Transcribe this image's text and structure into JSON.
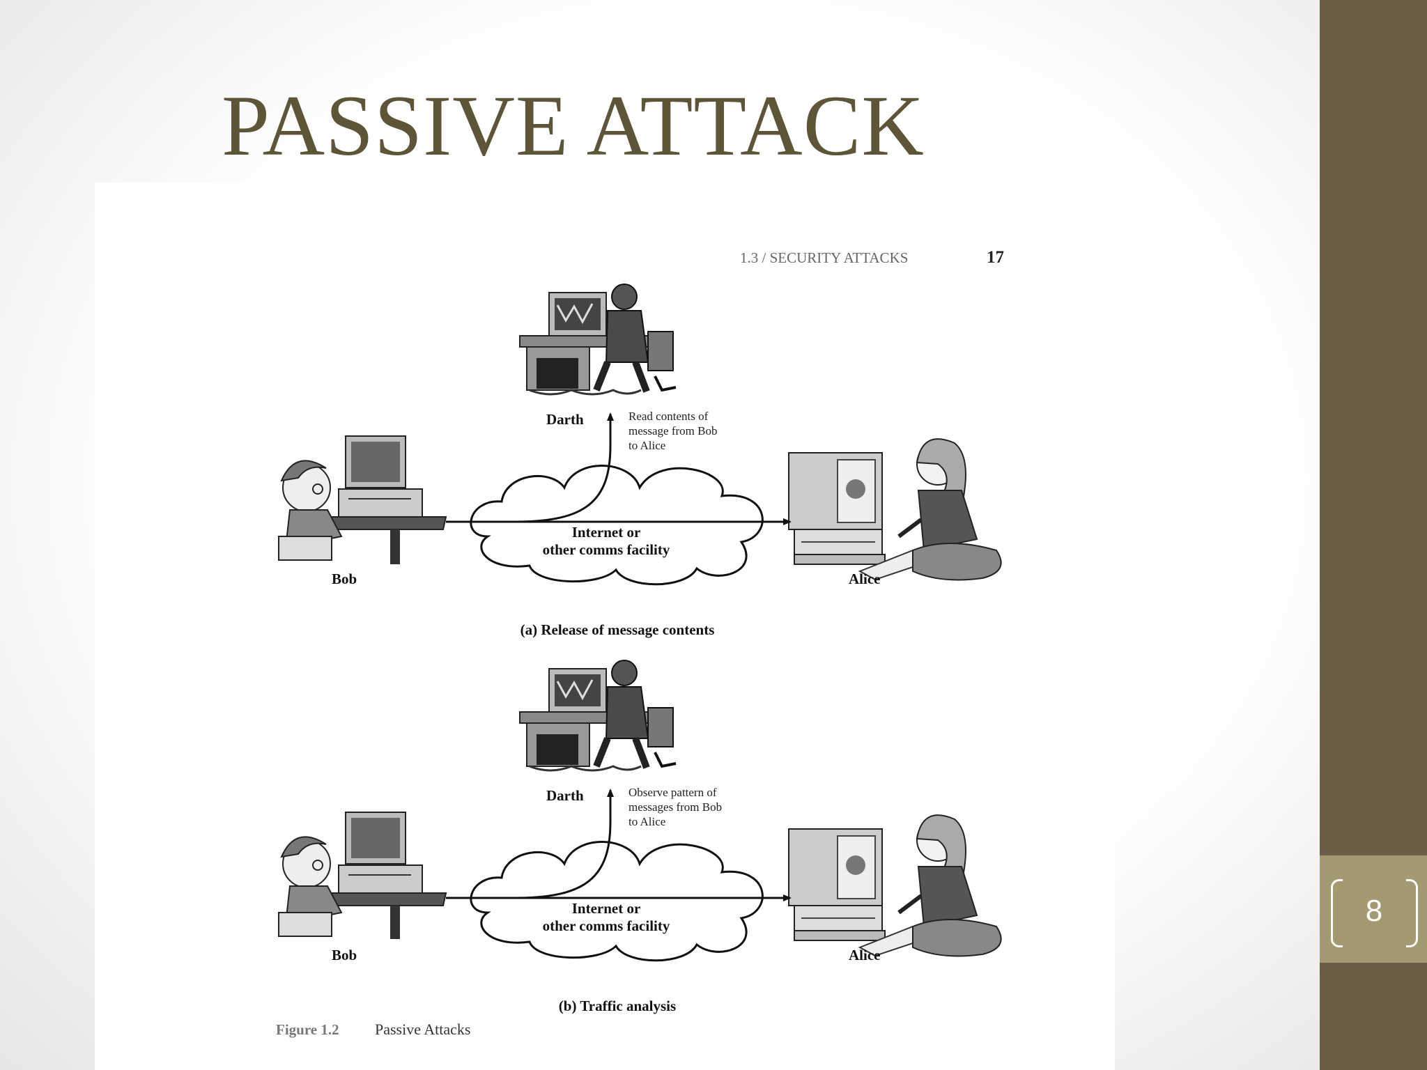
{
  "slide": {
    "title": "PASSIVE ATTACK",
    "page_number": "8",
    "colors": {
      "sidebar": "#6a5e46",
      "page_box": "#a49a71",
      "title": "#5e5538"
    }
  },
  "figure": {
    "header_section": "1.3 / SECURITY ATTACKS",
    "header_page": "17",
    "panels": [
      {
        "darth_label": "Darth",
        "annotation": [
          "Read contents of",
          "message from Bob",
          "to Alice"
        ],
        "cloud_label": [
          "Internet or",
          "other comms facility"
        ],
        "bob_label": "Bob",
        "alice_label": "Alice",
        "caption": "(a) Release of message contents"
      },
      {
        "darth_label": "Darth",
        "annotation": [
          "Observe pattern of",
          "messages from Bob",
          "to Alice"
        ],
        "cloud_label": [
          "Internet or",
          "other comms facility"
        ],
        "bob_label": "Bob",
        "alice_label": "Alice",
        "caption": "(b) Traffic analysis"
      }
    ],
    "figure_number": "Figure 1.2",
    "figure_title": "Passive Attacks"
  }
}
